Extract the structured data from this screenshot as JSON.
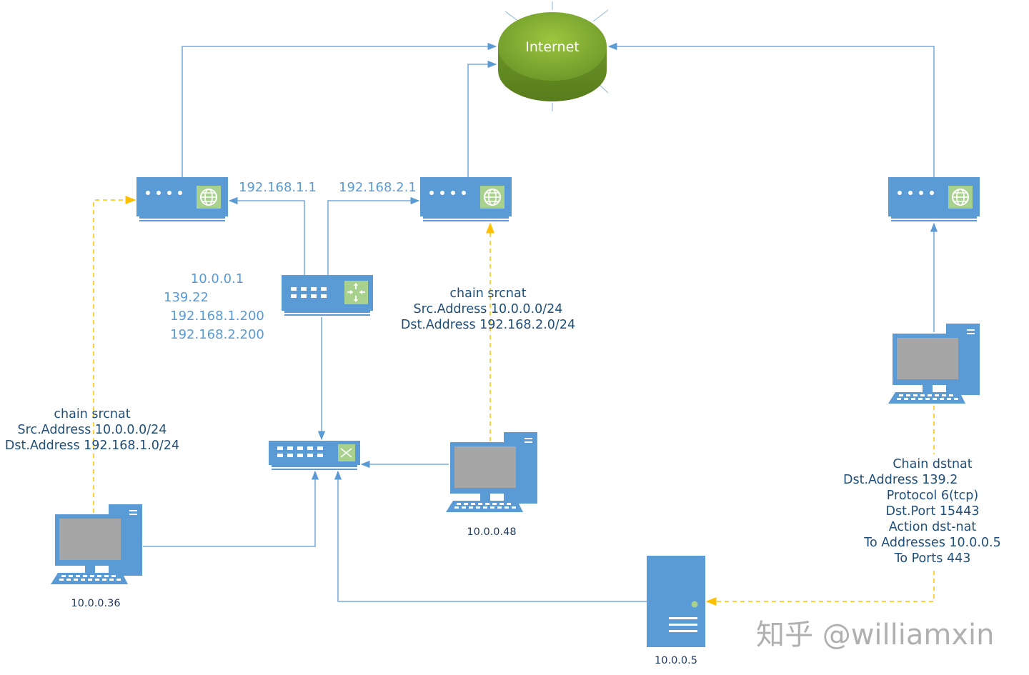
{
  "internet": {
    "label": "Internet"
  },
  "routers": {
    "router_left": {
      "ip": "192.168.1.1"
    },
    "router_mid": {
      "ip": "192.168.2.1"
    }
  },
  "core_router": {
    "ips": [
      "10.0.0.1",
      "139.22",
      "192.168.1.200",
      "192.168.2.200"
    ]
  },
  "hosts": {
    "pc_left": "10.0.0.36",
    "pc_mid": "10.0.0.48",
    "server": "10.0.0.5"
  },
  "rules": {
    "srcnat_left": [
      "chain srcnat",
      "Src.Address 10.0.0.0/24",
      "Dst.Address 192.168.1.0/24"
    ],
    "srcnat_mid": [
      "chain srcnat",
      "Src.Address 10.0.0.0/24",
      "Dst.Address 192.168.2.0/24"
    ],
    "dstnat": [
      "Chain dstnat",
      "Dst.Address 139.2",
      "Protocol 6(tcp)",
      "Dst.Port 15443",
      "Action dst-nat",
      "To Addresses 10.0.0.5",
      "To Ports 443"
    ]
  },
  "watermark": "知乎 @williamxin",
  "colors": {
    "device_blue": "#5b9bd5",
    "link_blue": "#5b9bd5",
    "nat_orange": "#ffc000",
    "internet_green": "#7aa82e",
    "icon_green": "#a9d18e"
  }
}
